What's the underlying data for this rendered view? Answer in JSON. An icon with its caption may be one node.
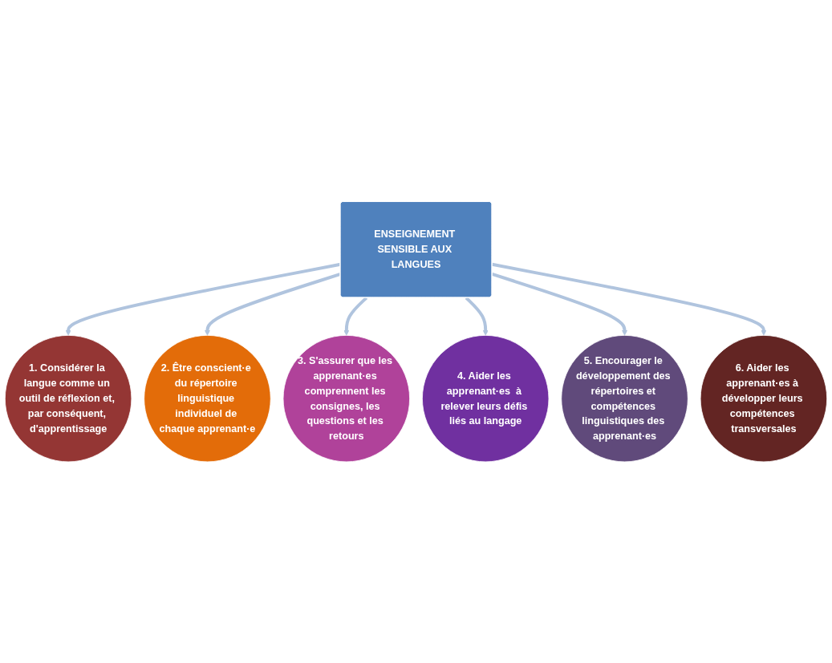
{
  "diagram": {
    "nodes": [
      {
        "text": [
          "ENSEIGNEMENT SENSIBLE AUX LANGUES"
        ]
      },
      {
        "text": [
          "1. Considérer la langue comme un outil de réflexion et, par conséquent, d'apprentissage"
        ]
      },
      {
        "text": [
          "2. Être conscient·e du répertoire linguistique individuel de chaque apprenant·e"
        ]
      },
      {
        "text": [
          "3. S'assurer que les apprenant·es comprennent les consignes, les questions et les retours"
        ]
      },
      {
        "text": [
          "4. Aider les apprenant·es  à relever leurs défis liés au langage"
        ]
      },
      {
        "text": [
          "5. Encourager le développement des répertoires et compétences linguistiques des apprenant·es"
        ]
      },
      {
        "text": [
          "6. Aider les apprenant·es à développer leurs compétences transversales"
        ]
      }
    ],
    "edges": [
      {
        "from": 0,
        "to": 1,
        "arrow": "to"
      },
      {
        "from": 0,
        "to": 2,
        "arrow": "to"
      },
      {
        "from": 0,
        "to": 3,
        "arrow": "to"
      },
      {
        "from": 0,
        "to": 4,
        "arrow": "to"
      },
      {
        "from": 0,
        "to": 5,
        "arrow": "to"
      },
      {
        "from": 0,
        "to": 6,
        "arrow": "to"
      }
    ]
  }
}
